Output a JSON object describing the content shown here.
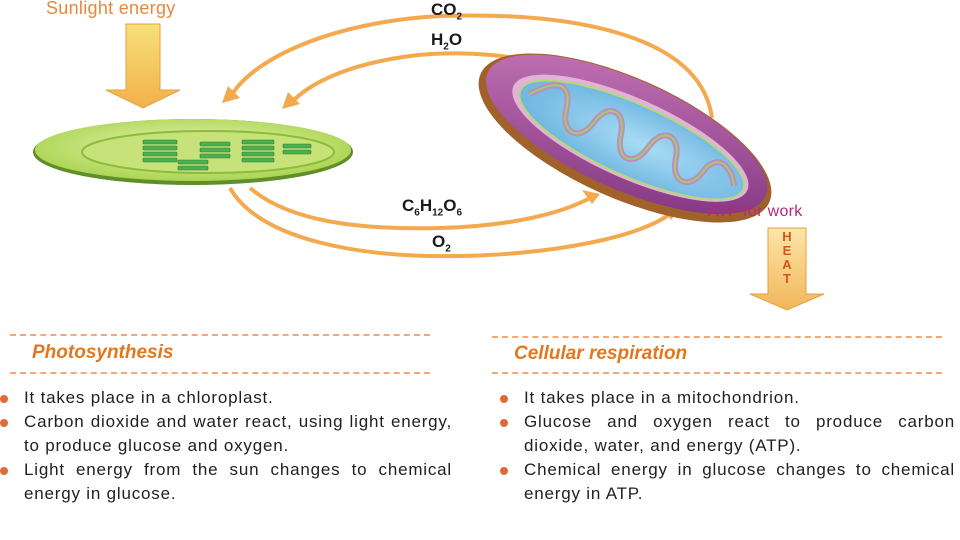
{
  "labels": {
    "sunlight": "Sunlight energy",
    "co2": {
      "main": "CO",
      "sub": "2"
    },
    "h2o": {
      "a": "H",
      "sub": "2",
      "b": "O"
    },
    "glucose": {
      "c": "C",
      "c_sub": "6",
      "h": "H",
      "h_sub": "12",
      "o": "O",
      "o_sub": "6"
    },
    "o2": {
      "main": "O",
      "sub": "2"
    },
    "atp": "ATP for work",
    "heat": [
      "H",
      "E",
      "A",
      "T"
    ]
  },
  "colors": {
    "arrow": "#f4a94f",
    "orange_text": "#e2771e",
    "atp_text": "#b3277f",
    "chloroplast": "#9acb3c",
    "mitochondrion_outer": "#8b3a88",
    "mitochondrion_inner": "#7fbfe6"
  },
  "photosynthesis": {
    "title": "Photosynthesis",
    "bullets": [
      "It takes place in a chloroplast.",
      "Carbon dioxide and water react, using light energy, to produce glucose and oxygen.",
      "Light energy from the sun changes to chemical energy in glucose."
    ]
  },
  "respiration": {
    "title": "Cellular respiration",
    "bullets": [
      "It takes place in a mitochondrion.",
      "Glucose and oxygen react to produce carbon dioxide, water, and energy (ATP).",
      "Chemical energy in glucose changes to chemical energy in ATP."
    ]
  }
}
